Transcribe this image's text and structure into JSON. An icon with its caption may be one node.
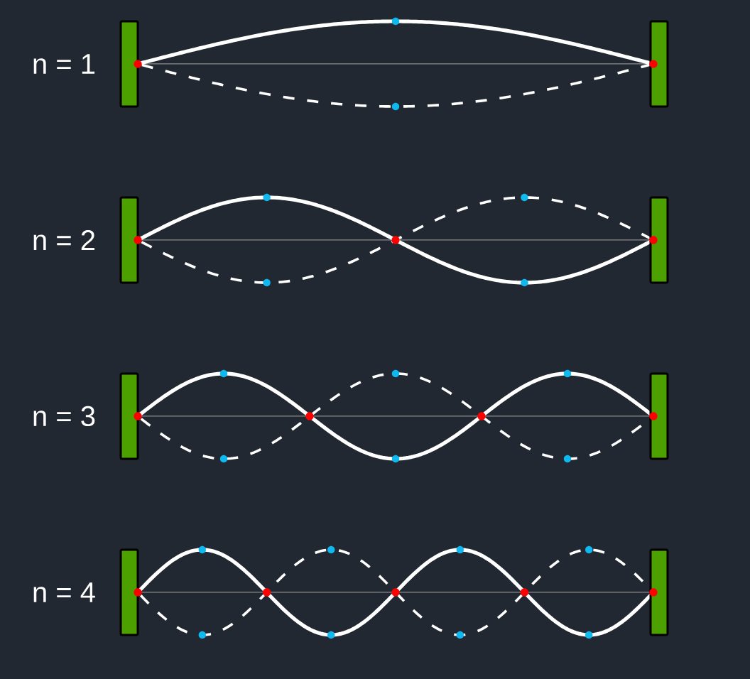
{
  "diagram": {
    "labels": [
      "n = 1",
      "n = 2",
      "n = 3",
      "n = 4"
    ]
  }
}
